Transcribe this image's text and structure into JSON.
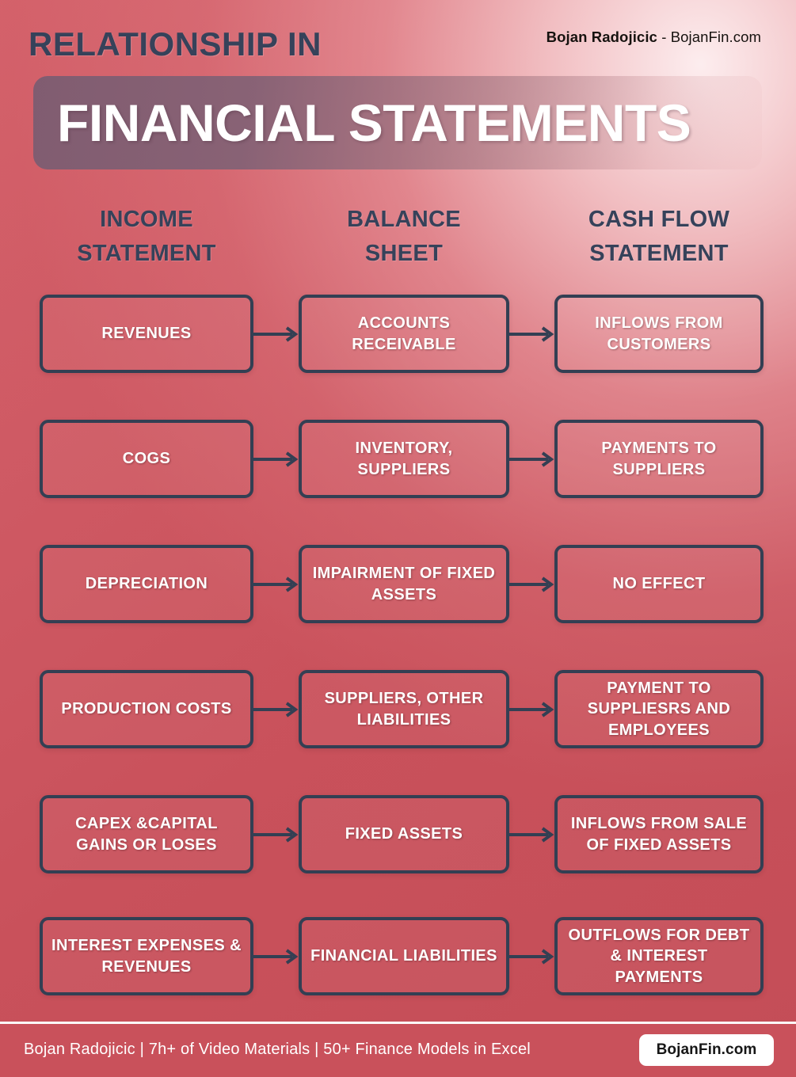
{
  "header": {
    "byline_bold": "Bojan Radojicic",
    "byline_rest": " - BojanFin.com",
    "kicker": "RELATIONSHIP IN",
    "title": "FINANCIAL STATEMENTS"
  },
  "columns": [
    {
      "label": "INCOME\nSTATEMENT",
      "line1": "INCOME",
      "line2": "STATEMENT"
    },
    {
      "label": "BALANCE\nSHEET",
      "line1": "BALANCE",
      "line2": "SHEET"
    },
    {
      "label": "CASH FLOW\nSTATEMENT",
      "line1": "CASH FLOW",
      "line2": "STATEMENT"
    }
  ],
  "rows": [
    {
      "income_statement": "REVENUES",
      "balance_sheet": "ACCOUNTS RECEIVABLE",
      "cash_flow_statement": "INFLOWS FROM CUSTOMERS"
    },
    {
      "income_statement": "COGS",
      "balance_sheet": "INVENTORY, SUPPLIERS",
      "cash_flow_statement": "PAYMENTS TO SUPPLIERS"
    },
    {
      "income_statement": "DEPRECIATION",
      "balance_sheet": "IMPAIRMENT OF FIXED ASSETS",
      "cash_flow_statement": "NO EFFECT"
    },
    {
      "income_statement": "PRODUCTION COSTS",
      "balance_sheet": "SUPPLIERS, OTHER LIABILITIES",
      "cash_flow_statement": "PAYMENT TO SUPPLIESRS AND EMPLOYEES"
    },
    {
      "income_statement": "CAPEX &CAPITAL GAINS OR LOSES",
      "balance_sheet": "FIXED ASSETS",
      "cash_flow_statement": "INFLOWS FROM SALE OF FIXED ASSETS"
    },
    {
      "income_statement": "INTEREST EXPENSES & REVENUES",
      "balance_sheet": "FINANCIAL LIABILITIES",
      "cash_flow_statement": "OUTFLOWS FOR DEBT & INTEREST PAYMENTS"
    }
  ],
  "footer": {
    "text": "Bojan Radojicic | 7h+ of Video Materials | 50+ Finance Models in Excel",
    "badge": "BojanFin.com"
  },
  "colors": {
    "background_red": "#c9515b",
    "background_light": "#f7dcdd",
    "banner_purple": "#7a5c71",
    "box_border_navy": "#333f53",
    "heading_navy": "#36425a",
    "box_text": "#ffffff"
  },
  "layout": {
    "rows_top": [
      372,
      530,
      688,
      846,
      1004,
      1158
    ],
    "rows_height": [
      99,
      99,
      99,
      99,
      99,
      99
    ]
  }
}
